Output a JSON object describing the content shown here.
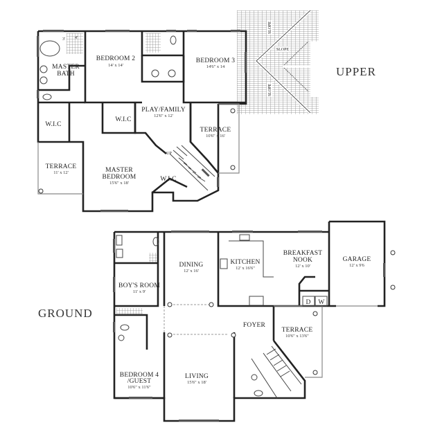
{
  "floors": {
    "upper": {
      "label": "UPPER",
      "rooms": [
        {
          "name": "MASTER",
          "name2": "BATH",
          "dims": ""
        },
        {
          "name": "BEDROOM 2",
          "dims": "14' x 14'"
        },
        {
          "name": "BEDROOM 3",
          "dims": "14'6\" x 14"
        },
        {
          "name": "W.I.C",
          "dims": ""
        },
        {
          "name": "W.I.C",
          "dims": ""
        },
        {
          "name": "PLAY/FAMILY",
          "dims": "12'6\" x 12'"
        },
        {
          "name": "TERRACE",
          "dims": "10'6\" x 16'"
        },
        {
          "name": "TERRACE",
          "dims": "11' x 12'"
        },
        {
          "name": "MASTER",
          "name2": "BEDROOM",
          "dims": "15'6\" x 18'"
        },
        {
          "name": "W.I.C",
          "dims": ""
        }
      ],
      "stair_label": "UP",
      "roof_labels": [
        "SLOPE",
        "SLOPE",
        "SLOPE"
      ],
      "tub_marks": [
        "3'",
        "4'"
      ]
    },
    "ground": {
      "label": "GROUND",
      "rooms": [
        {
          "name": "DINING",
          "dims": "12' x 16'"
        },
        {
          "name": "KITCHEN",
          "dims": "12' x 16'6\""
        },
        {
          "name": "BREAKFAST",
          "name2": "NOOK",
          "dims": "12' x 10'"
        },
        {
          "name": "GARAGE",
          "dims": "12' x 9'6"
        },
        {
          "name": "BOY'S ROOM",
          "dims": "11' x 9'"
        },
        {
          "name": "FOYER",
          "dims": ""
        },
        {
          "name": "TERRACE",
          "dims": "10'6\" x 13'6\""
        },
        {
          "name": "BEDROOM 4",
          "name2": "/GUEST",
          "dims": "10'6\" x 11'6\""
        },
        {
          "name": "LIVING",
          "dims": "15'6\" x 18'"
        }
      ],
      "appliance_labels": [
        "D",
        "W"
      ]
    }
  },
  "colors": {
    "wall": "#222222",
    "hatch": "#888888",
    "background": "#ffffff"
  }
}
